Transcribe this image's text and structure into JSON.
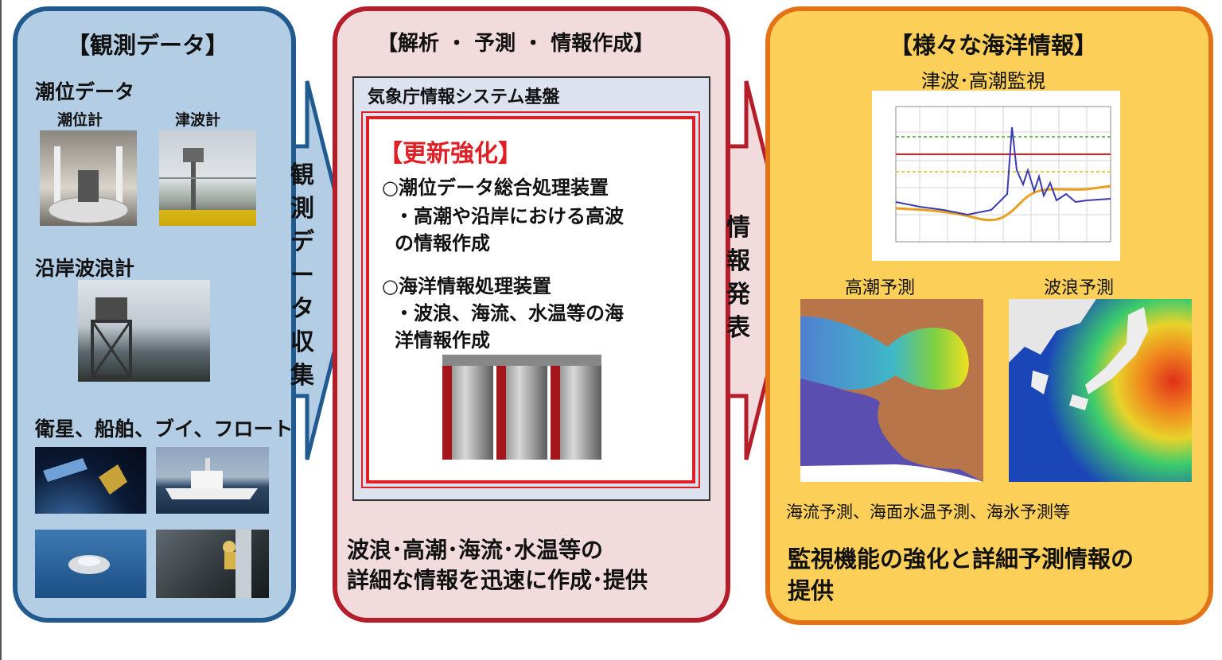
{
  "observation": {
    "title": "【観測データ】",
    "tide_data": "潮位データ",
    "tide_gauge": "潮位計",
    "tsunami_gauge": "津波計",
    "coastal_wave_gauge": "沿岸波浪計",
    "satellite_etc": "衛星、船舶、ブイ、フロート"
  },
  "arrow_collect": [
    "観",
    "測",
    "デ",
    "ー",
    "タ",
    "収",
    "集"
  ],
  "analysis": {
    "title": "【解析 ・ 予測 ・ 情報作成】",
    "system_base": "気象庁情報システム基盤",
    "upgrade": "【更新強化】",
    "item1_title": "○潮位データ総合処理装置",
    "item1_desc_line1": "・高潮や沿岸における高波",
    "item1_desc_line2": "の情報作成",
    "item2_title": "○海洋情報処理装置",
    "item2_desc_line1": "・波浪、海流、水温等の海",
    "item2_desc_line2": "洋情報作成",
    "summary_line1": "波浪･高潮･海流･水温等の",
    "summary_line2": "詳細な情報を迅速に作成･提供"
  },
  "arrow_publish": [
    "情",
    "報",
    "発",
    "表"
  ],
  "info": {
    "title": "【様々な海洋情報】",
    "monitor_label": "津波･高潮監視",
    "storm_surge_label": "高潮予測",
    "wave_label": "波浪予測",
    "others": "海流予測、海面水温予測、海氷予測等",
    "conclusion_line1": "監視機能の強化と詳細予測情報の",
    "conclusion_line2": "提供"
  },
  "colors": {
    "obs_fill": "#b3cde4",
    "obs_border": "#215a8f",
    "ana_fill": "#f1dbdd",
    "ana_border": "#b31e2a",
    "info_fill": "#fbcf58",
    "info_border": "#e27417",
    "upgrade_red": "#e01e24"
  }
}
